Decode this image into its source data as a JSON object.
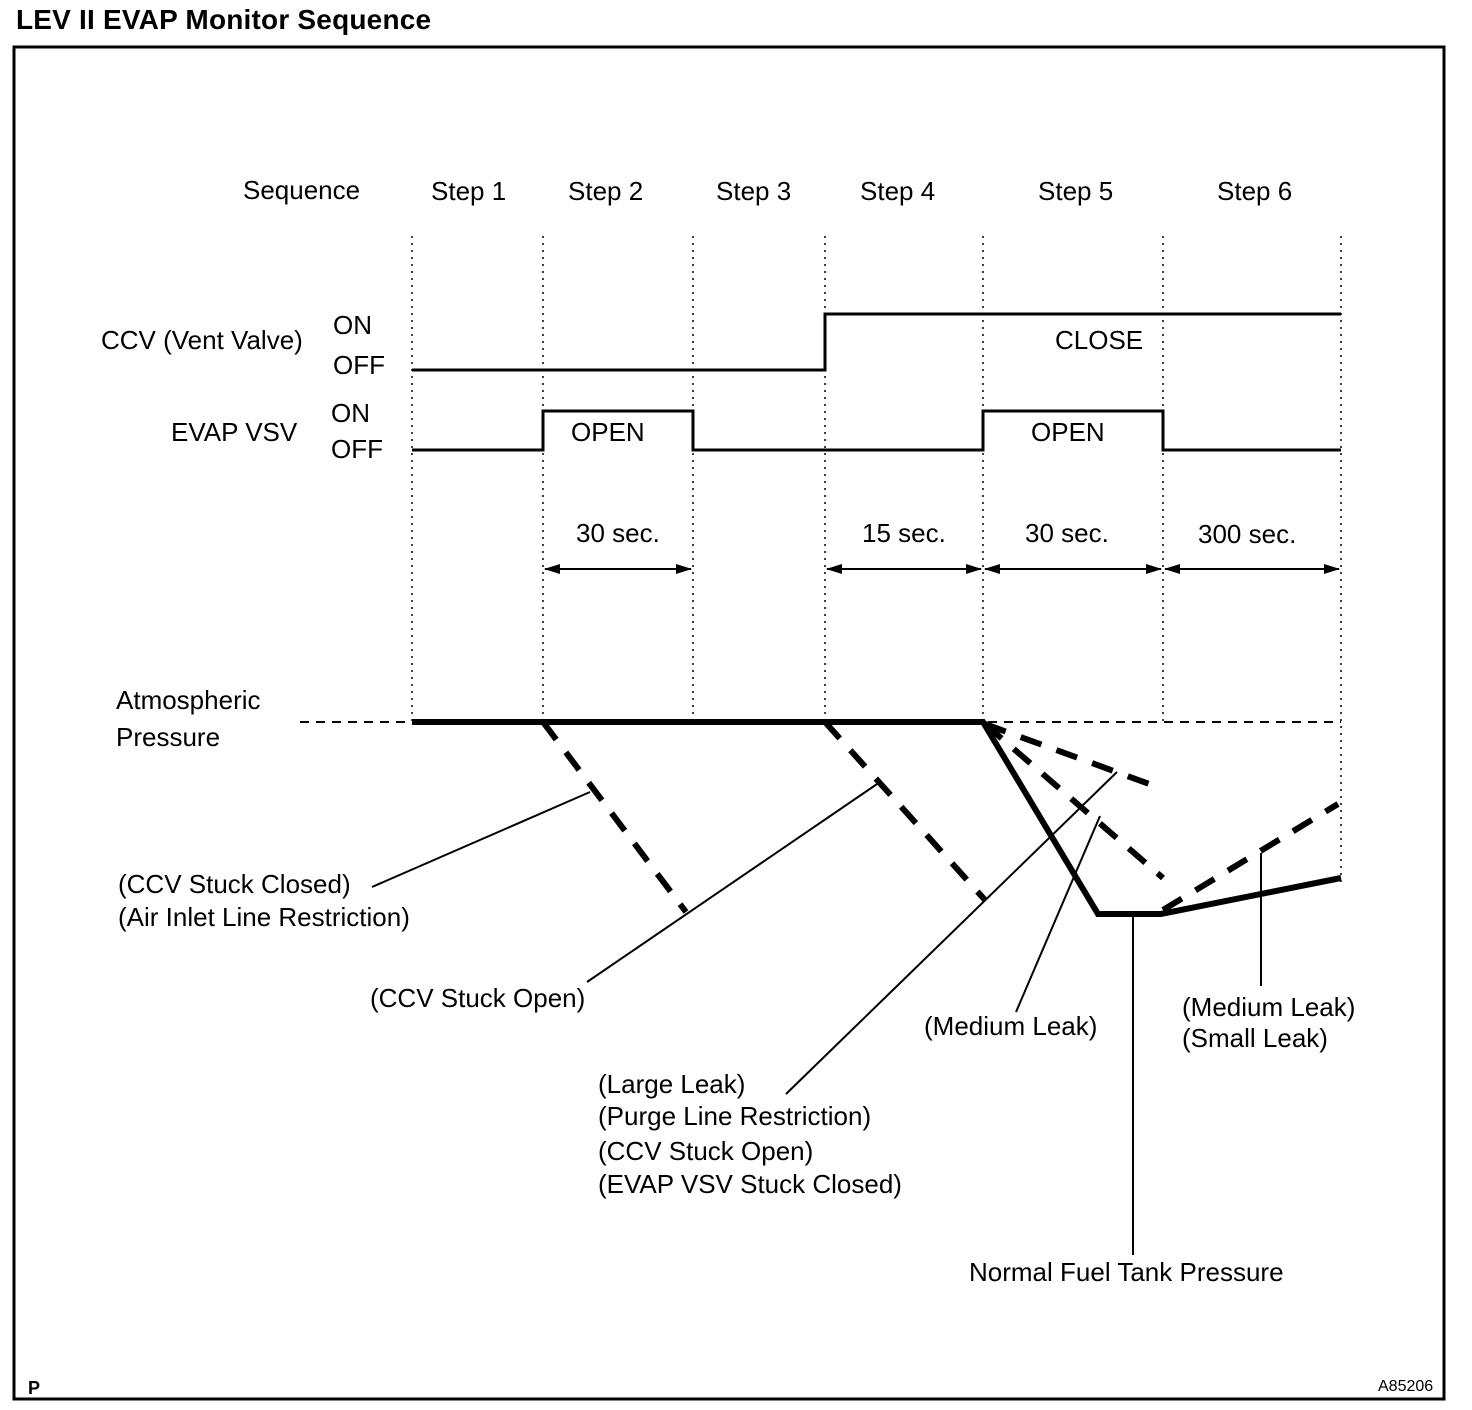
{
  "title": "LEV II EVAP Monitor Sequence",
  "sequence_label": "Sequence",
  "steps": [
    "Step 1",
    "Step 2",
    "Step 3",
    "Step 4",
    "Step 5",
    "Step 6"
  ],
  "ccv": {
    "label": "CCV (Vent Valve)",
    "on": "ON",
    "off": "OFF",
    "state": "CLOSE"
  },
  "evap_vsv": {
    "label": "EVAP VSV",
    "on": "ON",
    "off": "OFF",
    "state_step2": "OPEN",
    "state_step5": "OPEN"
  },
  "durations": [
    "30 sec.",
    "15 sec.",
    "30 sec.",
    "300 sec."
  ],
  "atmospheric": {
    "line1": "Atmospheric",
    "line2": "Pressure"
  },
  "annotations": {
    "ccv_stuck_closed": "(CCV Stuck Closed)",
    "air_inlet_restriction": "(Air Inlet Line Restriction)",
    "ccv_stuck_open": "(CCV Stuck Open)",
    "large_leak": "(Large Leak)",
    "purge_line_restriction": "(Purge Line Restriction)",
    "ccv_stuck_open_2": "(CCV Stuck Open)",
    "evap_vsv_stuck_closed": "(EVAP VSV Stuck Closed)",
    "medium_leak": "(Medium Leak)",
    "medium_leak_2": "(Medium Leak)",
    "small_leak": "(Small Leak)",
    "normal_pressure": "Normal Fuel Tank Pressure"
  },
  "corner_left": "P",
  "corner_right": "A85206"
}
